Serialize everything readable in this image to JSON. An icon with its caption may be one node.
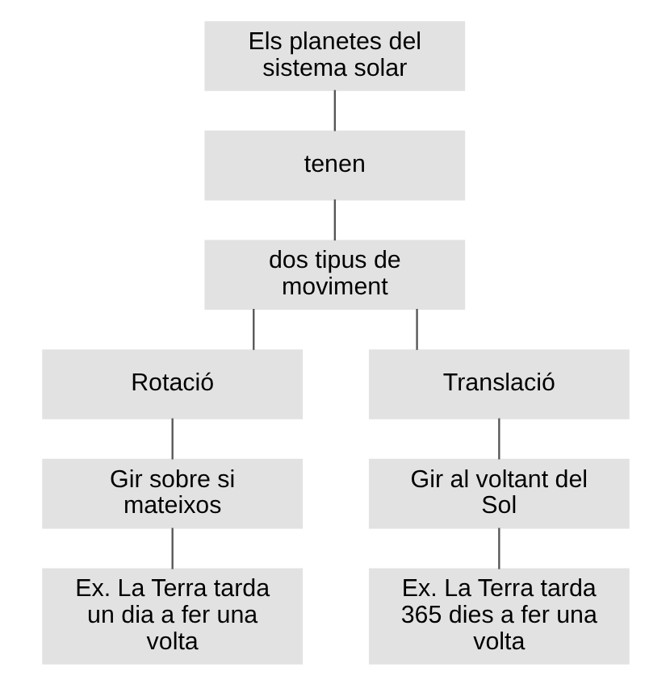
{
  "diagram": {
    "nodes": [
      {
        "text": [
          "Els planetes del sistema solar"
        ]
      },
      {
        "text": [
          "tenen"
        ]
      },
      {
        "text": [
          "dos tipus de moviment"
        ]
      },
      {
        "text": [
          "Rotació"
        ]
      },
      {
        "text": [
          "Translació"
        ]
      },
      {
        "text": [
          "Gir sobre si mateixos"
        ]
      },
      {
        "text": [
          "Gir al voltant del Sol"
        ]
      },
      {
        "text": [
          "Ex. La Terra tarda un dia a fer una volta"
        ]
      },
      {
        "text": [
          "Ex. La Terra tarda 365 dies a fer una volta"
        ]
      }
    ],
    "edges": [
      {
        "from": 0,
        "to": 1,
        "arrow": "none"
      },
      {
        "from": 1,
        "to": 2,
        "arrow": "none"
      },
      {
        "from": 2,
        "to": 3,
        "arrow": "none"
      },
      {
        "from": 2,
        "to": 4,
        "arrow": "none"
      },
      {
        "from": 3,
        "to": 5,
        "arrow": "none"
      },
      {
        "from": 4,
        "to": 6,
        "arrow": "none"
      },
      {
        "from": 5,
        "to": 7,
        "arrow": "none"
      },
      {
        "from": 6,
        "to": 8,
        "arrow": "none"
      }
    ]
  }
}
